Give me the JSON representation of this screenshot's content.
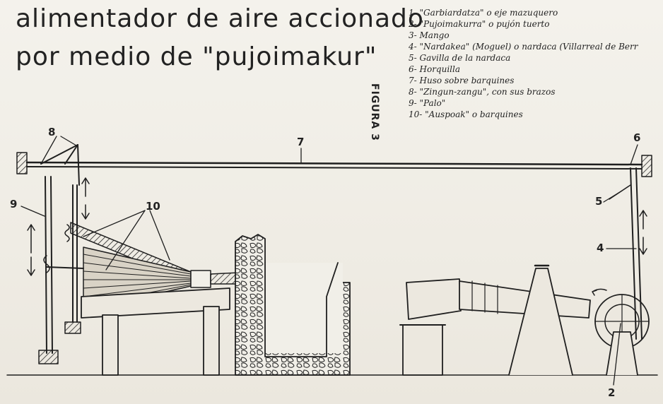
{
  "title": {
    "line1": "alimentador de aire accionado",
    "line2": "por medio de \"pujoimakur\""
  },
  "figure_label": "FIGURA 3",
  "legend": [
    "1- \"Garbiardatza\" o eje mazuquero",
    "2- \"Pujoimakurra\" o pujón tuerto",
    "3- Mango",
    "4- \"Nardakea\" (Moguel) o nardaca (Villarreal de Berr",
    "5- Gavilla de la nardaca",
    "6- Horquilla",
    "7- Huso sobre barquines",
    "8- \"Zingun-zangu\", con sus brazos",
    "9- \"Palo\"",
    "10- \"Auspoak\" o barquines"
  ],
  "callouts": {
    "n2": "2",
    "n4": "4",
    "n5": "5",
    "n6": "6",
    "n7": "7",
    "n8": "8",
    "n9": "9",
    "n10": "10"
  },
  "colors": {
    "ink": "#1f1f1f",
    "paper": "#f1efe8",
    "wood_fill": "#d9d3c6"
  }
}
